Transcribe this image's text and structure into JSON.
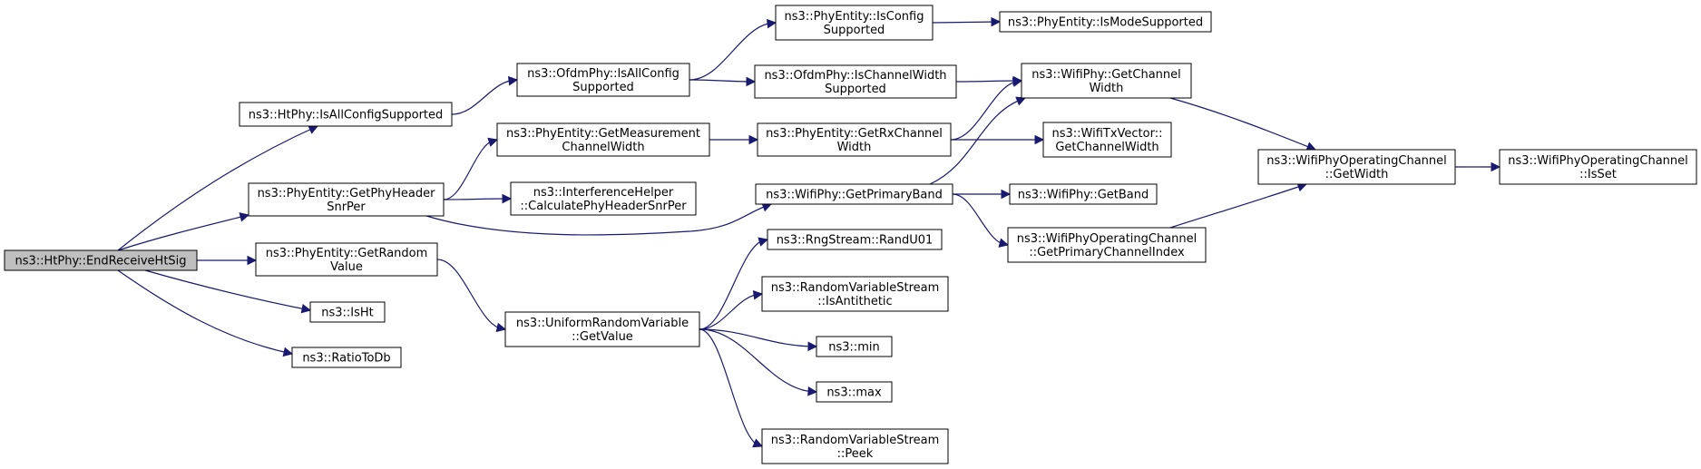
{
  "diagram": {
    "nodes": [
      {
        "id": "endReceive",
        "lines": [
          "ns3::HtPhy::EndReceiveHtSig"
        ],
        "root": true
      },
      {
        "id": "htAllConfig",
        "lines": [
          "ns3::HtPhy::IsAllConfigSupported"
        ]
      },
      {
        "id": "getPhyHeaderSnr",
        "lines": [
          "ns3::PhyEntity::GetPhyHeader",
          "SnrPer"
        ]
      },
      {
        "id": "getRandomValue",
        "lines": [
          "ns3::PhyEntity::GetRandom",
          "Value"
        ]
      },
      {
        "id": "isHt",
        "lines": [
          "ns3::IsHt"
        ]
      },
      {
        "id": "ratioToDb",
        "lines": [
          "ns3::RatioToDb"
        ]
      },
      {
        "id": "ofdmAllConfig",
        "lines": [
          "ns3::OfdmPhy::IsAllConfig",
          "Supported"
        ]
      },
      {
        "id": "getMeasChan",
        "lines": [
          "ns3::PhyEntity::GetMeasurement",
          "ChannelWidth"
        ]
      },
      {
        "id": "calcPhyHdr",
        "lines": [
          "ns3::InterferenceHelper",
          "::CalculatePhyHeaderSnrPer"
        ]
      },
      {
        "id": "uniformGetValue",
        "lines": [
          "ns3::UniformRandomVariable",
          "::GetValue"
        ]
      },
      {
        "id": "isConfigSupported",
        "lines": [
          "ns3::PhyEntity::IsConfig",
          "Supported"
        ]
      },
      {
        "id": "isChanWidthSupp",
        "lines": [
          "ns3::OfdmPhy::IsChannelWidth",
          "Supported"
        ]
      },
      {
        "id": "getRxChanWidth",
        "lines": [
          "ns3::PhyEntity::GetRxChannel",
          "Width"
        ]
      },
      {
        "id": "getPrimaryBand",
        "lines": [
          "ns3::WifiPhy::GetPrimaryBand"
        ]
      },
      {
        "id": "randU01",
        "lines": [
          "ns3::RngStream::RandU01"
        ]
      },
      {
        "id": "isAntithetic",
        "lines": [
          "ns3::RandomVariableStream",
          "::IsAntithetic"
        ]
      },
      {
        "id": "min",
        "lines": [
          "ns3::min"
        ]
      },
      {
        "id": "max",
        "lines": [
          "ns3::max"
        ]
      },
      {
        "id": "peek",
        "lines": [
          "ns3::RandomVariableStream",
          "::Peek"
        ]
      },
      {
        "id": "isModeSupported",
        "lines": [
          "ns3::PhyEntity::IsModeSupported"
        ]
      },
      {
        "id": "wifiGetChanWidth",
        "lines": [
          "ns3::WifiPhy::GetChannel",
          "Width"
        ]
      },
      {
        "id": "txVecGetChanWidth",
        "lines": [
          "ns3::WifiTxVector::",
          "GetChannelWidth"
        ]
      },
      {
        "id": "getBand",
        "lines": [
          "ns3::WifiPhy::GetBand"
        ]
      },
      {
        "id": "getPrimChanIdx",
        "lines": [
          "ns3::WifiPhyOperatingChannel",
          "::GetPrimaryChannelIndex"
        ]
      },
      {
        "id": "opGetWidth",
        "lines": [
          "ns3::WifiPhyOperatingChannel",
          "::GetWidth"
        ]
      },
      {
        "id": "opIsSet",
        "lines": [
          "ns3::WifiPhyOperatingChannel",
          "::IsSet"
        ]
      }
    ],
    "edges": [
      [
        "endReceive",
        "htAllConfig"
      ],
      [
        "endReceive",
        "getPhyHeaderSnr"
      ],
      [
        "endReceive",
        "getRandomValue"
      ],
      [
        "endReceive",
        "isHt"
      ],
      [
        "endReceive",
        "ratioToDb"
      ],
      [
        "htAllConfig",
        "ofdmAllConfig"
      ],
      [
        "ofdmAllConfig",
        "isConfigSupported"
      ],
      [
        "ofdmAllConfig",
        "isChanWidthSupp"
      ],
      [
        "isConfigSupported",
        "isModeSupported"
      ],
      [
        "isChanWidthSupp",
        "wifiGetChanWidth"
      ],
      [
        "getPhyHeaderSnr",
        "getMeasChan"
      ],
      [
        "getPhyHeaderSnr",
        "calcPhyHdr"
      ],
      [
        "getPhyHeaderSnr",
        "getPrimaryBand"
      ],
      [
        "getMeasChan",
        "getRxChanWidth"
      ],
      [
        "getRxChanWidth",
        "wifiGetChanWidth"
      ],
      [
        "getRxChanWidth",
        "txVecGetChanWidth"
      ],
      [
        "getPrimaryBand",
        "wifiGetChanWidth"
      ],
      [
        "getPrimaryBand",
        "getBand"
      ],
      [
        "getPrimaryBand",
        "getPrimChanIdx"
      ],
      [
        "wifiGetChanWidth",
        "opGetWidth"
      ],
      [
        "getPrimChanIdx",
        "opGetWidth"
      ],
      [
        "opGetWidth",
        "opIsSet"
      ],
      [
        "getRandomValue",
        "uniformGetValue"
      ],
      [
        "uniformGetValue",
        "randU01"
      ],
      [
        "uniformGetValue",
        "isAntithetic"
      ],
      [
        "uniformGetValue",
        "min"
      ],
      [
        "uniformGetValue",
        "max"
      ],
      [
        "uniformGetValue",
        "peek"
      ]
    ]
  }
}
